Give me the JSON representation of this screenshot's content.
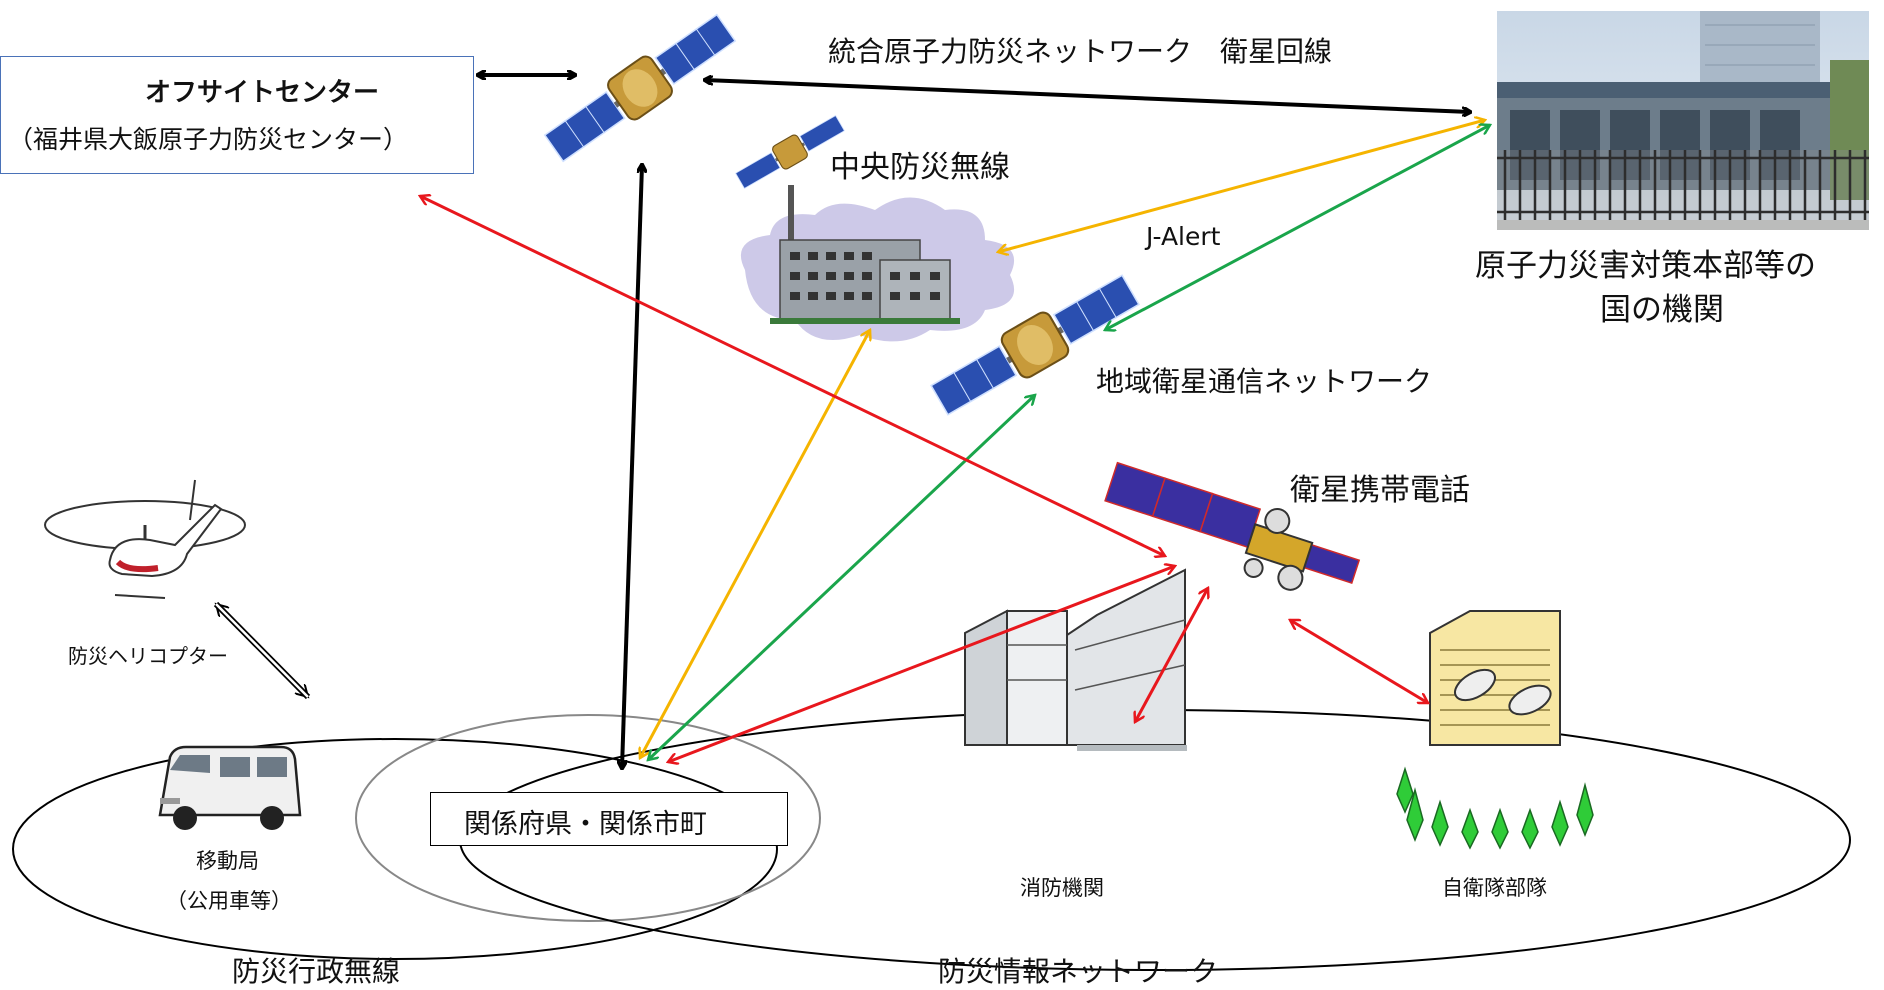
{
  "offsite": {
    "line1": "オフサイトセンター",
    "line2": "（福井県大飯原子力防災センター）"
  },
  "satellite_line": "統合原子力防災ネットワーク　衛星回線",
  "central": "中央防災無線",
  "jalert": "J-Alert",
  "national": {
    "line1": "原子力災害対策本部等の",
    "line2": "国の機関"
  },
  "regional": "地域衛星通信ネットワーク",
  "sat_phone": "衛星携帯電話",
  "helicopter": "防災ヘリコプター",
  "prefecture": "関係府県・関係市町",
  "mobile": {
    "line1": "移動局",
    "line2": "（公用車等）"
  },
  "fire": "消防機関",
  "sdf": "自衛隊部隊",
  "admin_radio": "防災行政無線",
  "info_network": "防災情報ネットワーク",
  "colors": {
    "black": "#000000",
    "red": "#e8171d",
    "orange": "#f5b400",
    "green": "#1aa54b",
    "box_border": "#4a72b8"
  }
}
